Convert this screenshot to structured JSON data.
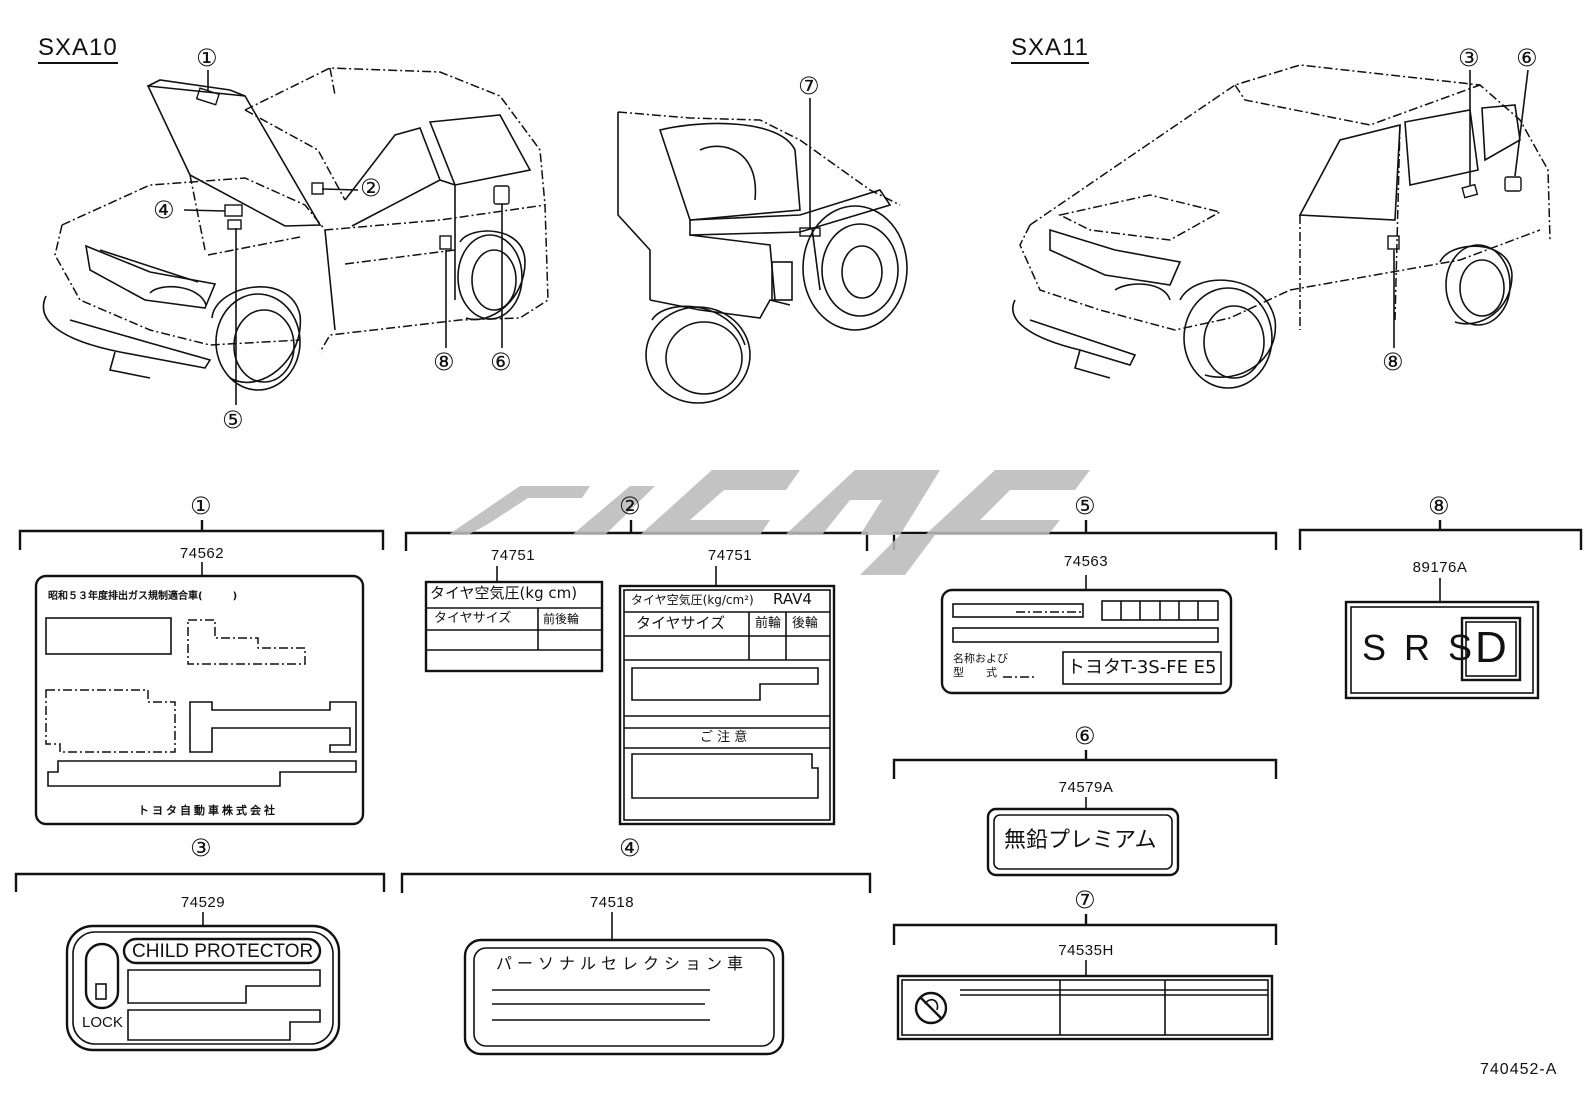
{
  "models": {
    "left": "SXA10",
    "right": "SXA11"
  },
  "callouts": {
    "c1": "①",
    "c2": "②",
    "c3": "③",
    "c4": "④",
    "c5": "⑤",
    "c6": "⑥",
    "c7": "⑦",
    "c8": "⑧"
  },
  "labels": {
    "l1": {
      "part": "74562",
      "header": "昭和５３年度排出ガス規制適合車(　　　)",
      "footer": "トヨタ自動車株式会社"
    },
    "l2a": {
      "part": "74751",
      "title": "タイヤ空気圧(kg cm)",
      "col1": "タイヤサイズ",
      "col2": "前後輪"
    },
    "l2b": {
      "part": "74751",
      "title": "タイヤ空気圧(kg/cm²)",
      "model": "RAV4",
      "col1": "タイヤサイズ",
      "col2": "前輪",
      "col3": "後輪",
      "notice": "ご 注 意"
    },
    "l3": {
      "part": "74529",
      "title": "CHILD PROTECTOR",
      "lock": "LOCK"
    },
    "l4": {
      "part": "74518",
      "title": "パーソナルセレクション車"
    },
    "l5": {
      "part": "74563",
      "name_line1": "名称および",
      "name_line2": "型　　式",
      "engine": "トヨタT-3S-FE E5"
    },
    "l6": {
      "part": "74579A",
      "text": "無鉛プレミアム"
    },
    "l7": {
      "part": "74535H"
    },
    "l8": {
      "part": "89176A",
      "text": "S R S",
      "badge": "D"
    }
  },
  "drawing_number": "740452-A",
  "colors": {
    "line": "#111111",
    "watermark": "#b8b8b8",
    "background": "#ffffff"
  }
}
